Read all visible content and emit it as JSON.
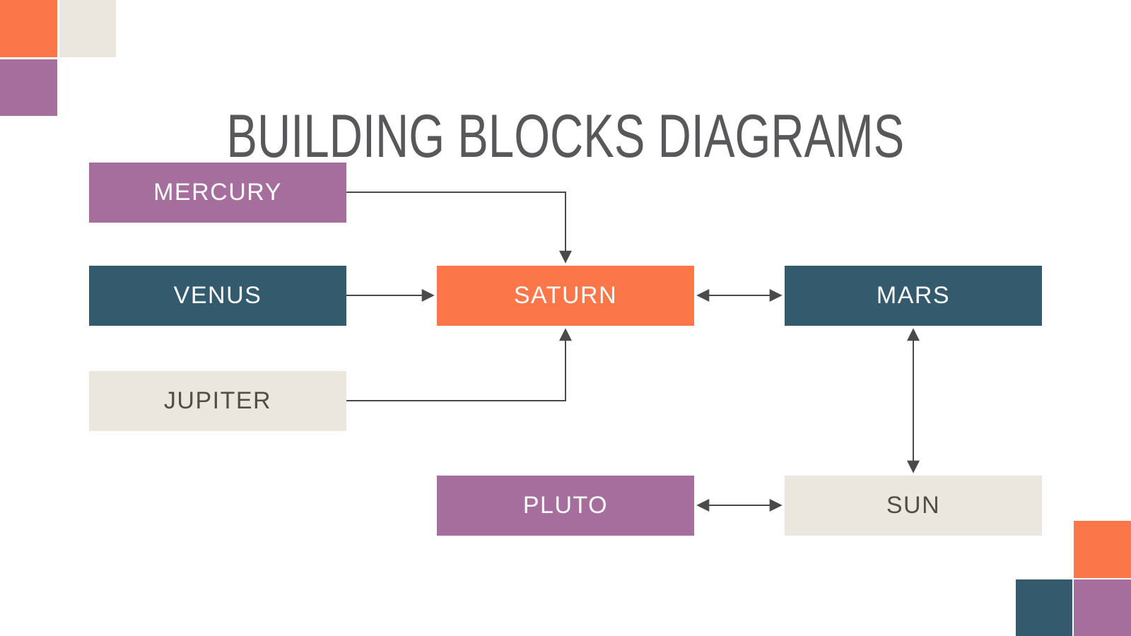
{
  "title": "BUILDING BLOCKS DIAGRAMS",
  "colors": {
    "orange": "#FB7749",
    "purple": "#A66E9D",
    "teal": "#335A6D",
    "beige": "#EBE6DE",
    "line": "#4A4A4A",
    "titletext": "#58585A",
    "darktext": "#514D47",
    "lighttext": "#FCFDFC",
    "background": "#FFFFFF"
  },
  "nodes": [
    {
      "id": "mercury",
      "label": "MERCURY",
      "color": "purple"
    },
    {
      "id": "venus",
      "label": "VENUS",
      "color": "teal"
    },
    {
      "id": "jupiter",
      "label": "JUPITER",
      "color": "beige"
    },
    {
      "id": "saturn",
      "label": "SATURN",
      "color": "orange"
    },
    {
      "id": "mars",
      "label": "MARS",
      "color": "teal"
    },
    {
      "id": "pluto",
      "label": "PLUTO",
      "color": "purple"
    },
    {
      "id": "sun",
      "label": "SUN",
      "color": "beige"
    }
  ],
  "edges": [
    {
      "from": "MERCURY",
      "to": "SATURN",
      "direction": "one-way"
    },
    {
      "from": "VENUS",
      "to": "SATURN",
      "direction": "one-way"
    },
    {
      "from": "JUPITER",
      "to": "SATURN",
      "direction": "one-way"
    },
    {
      "from": "SATURN",
      "to": "MARS",
      "direction": "two-way"
    },
    {
      "from": "MARS",
      "to": "SUN",
      "direction": "two-way"
    },
    {
      "from": "PLUTO",
      "to": "SUN",
      "direction": "two-way"
    }
  ],
  "decorations": {
    "top_left_squares": [
      "orange",
      "beige",
      "purple"
    ],
    "bottom_right_squares": [
      "orange",
      "teal",
      "purple"
    ]
  }
}
